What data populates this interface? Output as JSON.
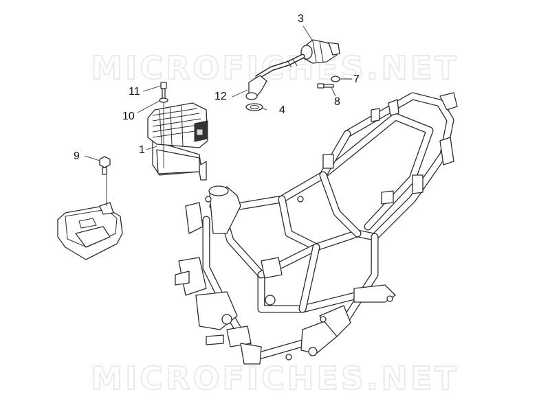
{
  "watermark": {
    "text": "MICROFICHES.NET"
  },
  "callouts": {
    "c1": "1",
    "c3": "3",
    "c4": "4",
    "c7": "7",
    "c8": "8",
    "c9": "9",
    "c10": "10",
    "c11": "11",
    "c12": "12"
  }
}
